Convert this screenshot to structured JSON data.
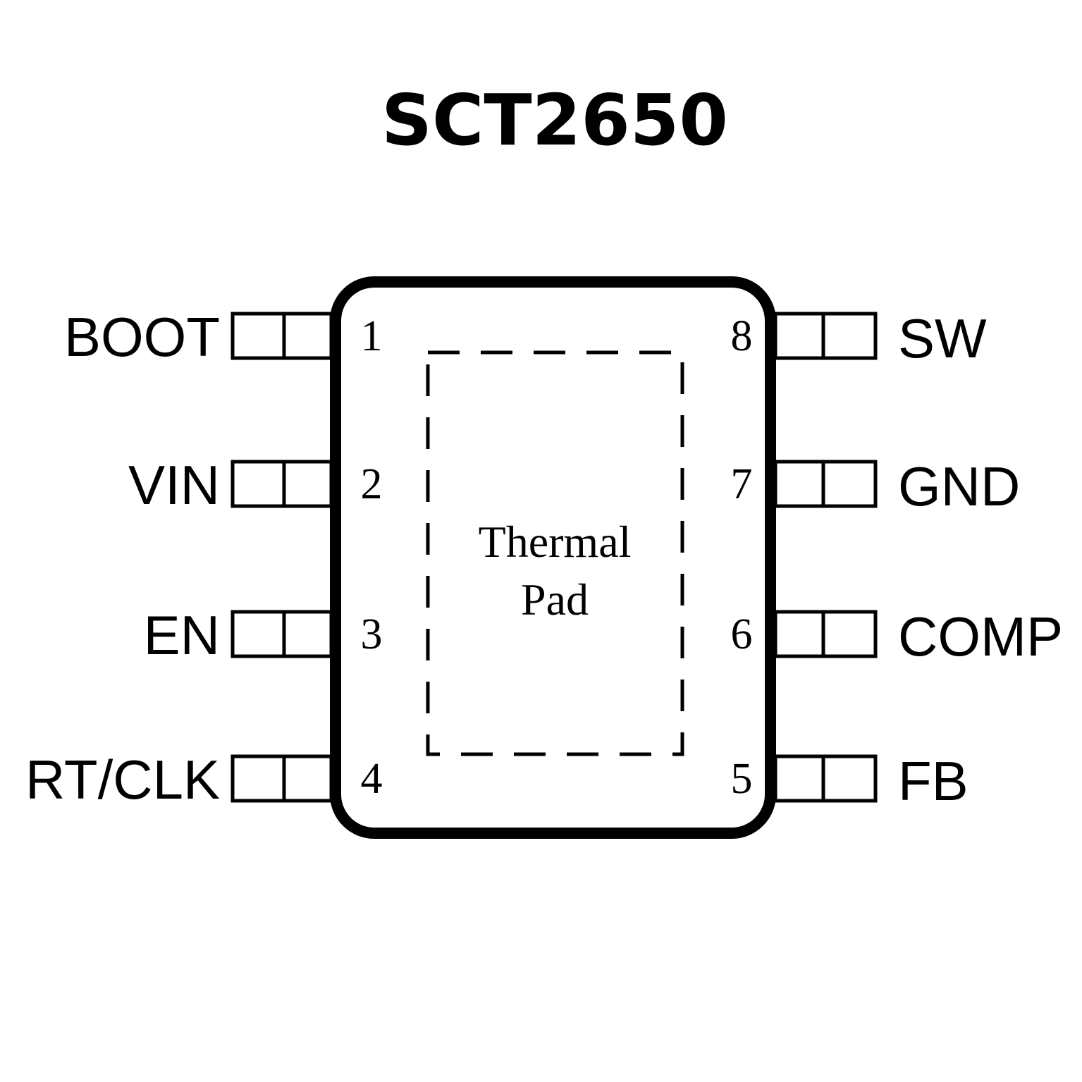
{
  "title": "SCT2650",
  "pad": {
    "line1": "Thermal",
    "line2": "Pad"
  },
  "left_pins": [
    {
      "num": "1",
      "name": "BOOT"
    },
    {
      "num": "2",
      "name": "VIN"
    },
    {
      "num": "3",
      "name": "EN"
    },
    {
      "num": "4",
      "name": "RT/CLK"
    }
  ],
  "right_pins": [
    {
      "num": "8",
      "name": "SW"
    },
    {
      "num": "7",
      "name": "GND"
    },
    {
      "num": "6",
      "name": "COMP"
    },
    {
      "num": "5",
      "name": "FB"
    }
  ]
}
